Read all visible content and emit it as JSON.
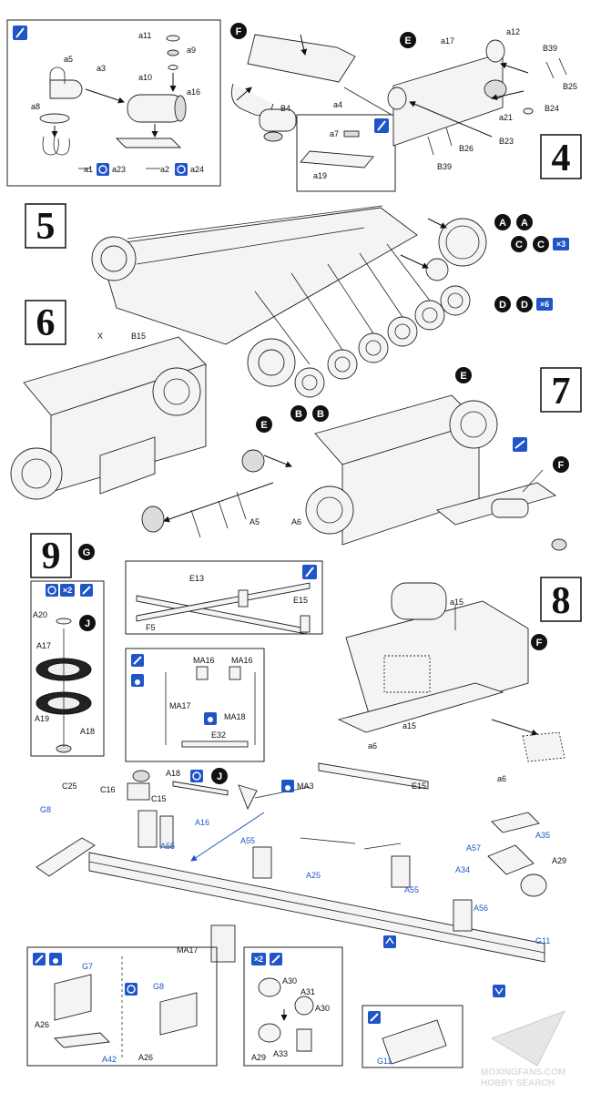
{
  "steps": {
    "s4": "4",
    "s5": "5",
    "s6": "6",
    "s7": "7",
    "s8": "8",
    "s9": "9"
  },
  "circles": {
    "F": "F",
    "E": "E",
    "E2": "E",
    "E3": "E",
    "F2": "F",
    "F3": "F",
    "G": "G",
    "J1": "J",
    "J2": "J",
    "A1": "A",
    "A2": "A",
    "C1": "C",
    "C2": "C",
    "D1": "D",
    "D2": "D",
    "B1": "B",
    "B2": "B"
  },
  "multipliers": {
    "x3": "×3",
    "x6": "×6",
    "x2a": "×2",
    "x2b": "×2"
  },
  "labels": {
    "a11": "a11",
    "a9": "a9",
    "a10": "a10",
    "a16": "a16",
    "a5": "a5",
    "a3": "a3",
    "a8": "a8",
    "a1": "a1",
    "a23": "a23",
    "a2": "a2",
    "a24": "a24",
    "a4": "a4",
    "B4": "B4",
    "a7": "a7",
    "a19": "a19",
    "a12": "a12",
    "a17": "a17",
    "B39": "B39",
    "B25": "B25",
    "B24": "B24",
    "a21": "a21",
    "B23": "B23",
    "B26": "B26",
    "B39b": "B39",
    "X": "X",
    "B15": "B15",
    "A5": "A5",
    "A6": "A6",
    "E13": "E13",
    "E15": "E15",
    "F5": "F5",
    "MA16a": "MA16",
    "MA16b": "MA16",
    "MA17": "MA17",
    "MA18": "MA18",
    "E32": "E32",
    "A20": "A20",
    "A17": "A17",
    "A19": "A19",
    "A18": "A18",
    "a15": "a15",
    "a15b": "a15",
    "a6": "a6",
    "a6b": "a6",
    "A18b": "A18",
    "C25": "C25",
    "C16": "C16",
    "C15": "C15",
    "G8": "G8",
    "A55": "A55",
    "A16": "A16",
    "A55b": "A55",
    "MA3": "MA3",
    "E15b": "E15",
    "A25": "A25",
    "A55c": "A55",
    "A57": "A57",
    "A35": "A35",
    "A29": "A29",
    "A34": "A34",
    "A56": "A56",
    "MA17b": "MA17",
    "G11": "G11",
    "G7": "G7",
    "G8b": "G8",
    "A26": "A26",
    "A42": "A42",
    "A26b": "A26",
    "A30": "A30",
    "A31": "A31",
    "A30b": "A30",
    "A29b": "A29",
    "A33": "A33",
    "G11b": "G11"
  },
  "watermark": {
    "line1": "MOXINGFANS.COM",
    "line2": "HOBBY SEARCH"
  },
  "colors": {
    "blue": "#1f55c8",
    "black": "#111111",
    "gray": "#dcdcdc"
  }
}
